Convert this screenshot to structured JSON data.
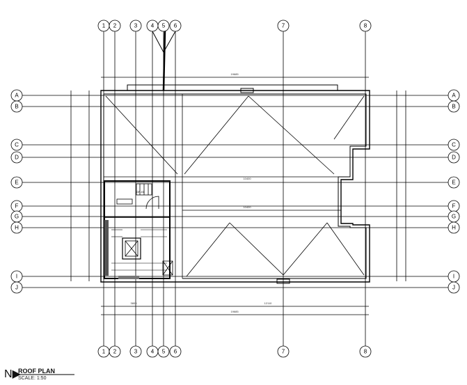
{
  "drawing": {
    "title": "ROOF PLAN",
    "scale": "SCALE: 1:50",
    "north_label": "N",
    "column_grids": [
      "1",
      "2",
      "3",
      "4",
      "5",
      "6",
      "7",
      "8"
    ],
    "row_grids": [
      "A",
      "B",
      "C",
      "D",
      "E",
      "F",
      "G",
      "H",
      "I",
      "J"
    ],
    "dimensions": {
      "top_overall": "19685",
      "bottom_bay_1": "3800",
      "bottom_bay_2": "12110",
      "bottom_overall": "19685",
      "roof_span_upper": "10400",
      "roof_span_lower": "10400"
    },
    "room_label": "GF-01"
  }
}
